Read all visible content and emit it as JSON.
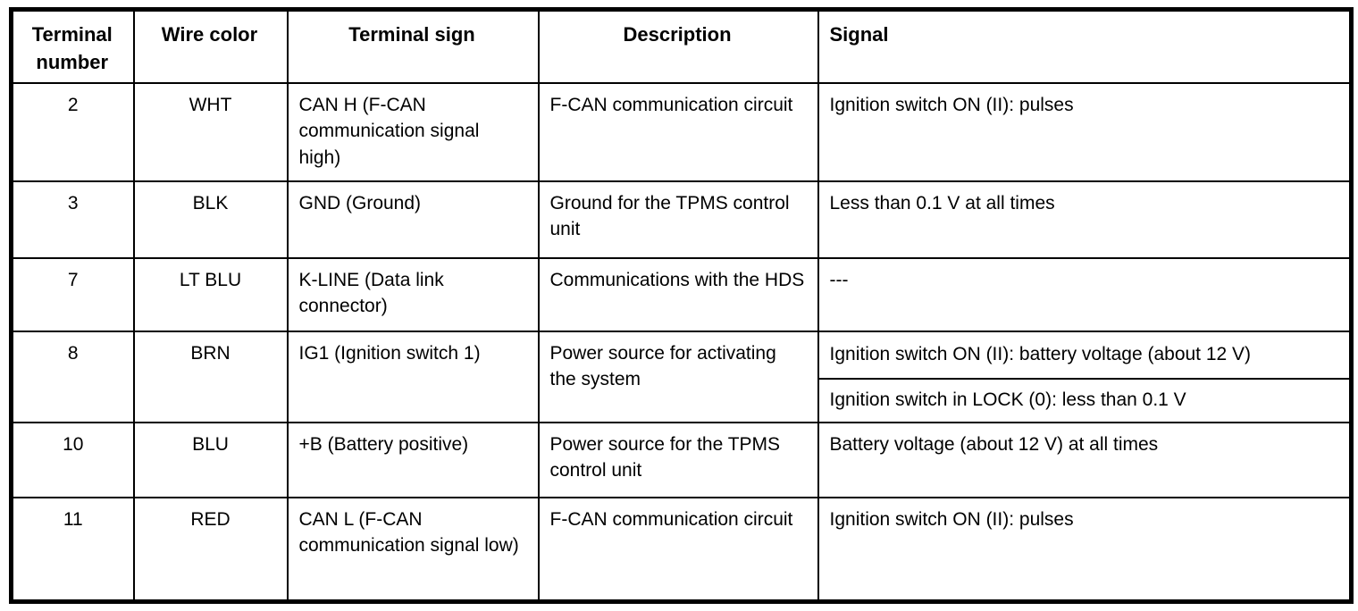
{
  "table": {
    "columns": {
      "terminal_number": "Terminal number",
      "wire_color": "Wire color",
      "terminal_sign": "Terminal sign",
      "description": "Description",
      "signal": "Signal"
    },
    "rows": [
      {
        "terminal_number": "2",
        "wire_color": "WHT",
        "terminal_sign": "CAN H (F-CAN communication signal high)",
        "description": "F-CAN communication circuit",
        "signals": [
          "Ignition switch ON (II): pulses"
        ]
      },
      {
        "terminal_number": "3",
        "wire_color": "BLK",
        "terminal_sign": "GND (Ground)",
        "description": "Ground for the TPMS control unit",
        "signals": [
          "Less than 0.1 V at all times"
        ]
      },
      {
        "terminal_number": "7",
        "wire_color": "LT BLU",
        "terminal_sign": "K-LINE (Data link connector)",
        "description": "Communications with the HDS",
        "signals": [
          "---"
        ]
      },
      {
        "terminal_number": "8",
        "wire_color": "BRN",
        "terminal_sign": "IG1 (Ignition switch 1)",
        "description": "Power source for activating the system",
        "signals": [
          "Ignition switch ON (II): battery voltage (about 12 V)",
          "Ignition switch in LOCK (0): less than 0.1 V"
        ]
      },
      {
        "terminal_number": "10",
        "wire_color": "BLU",
        "terminal_sign": "+B (Battery positive)",
        "description": "Power source for the TPMS control unit",
        "signals": [
          "Battery voltage (about 12 V) at all times"
        ]
      },
      {
        "terminal_number": "11",
        "wire_color": "RED",
        "terminal_sign": "CAN L (F-CAN communication signal low)",
        "description": "F-CAN communication circuit",
        "signals": [
          "Ignition switch ON (II): pulses"
        ]
      }
    ]
  },
  "colors": {
    "border": "#000000",
    "background": "#ffffff",
    "text": "#000000"
  }
}
